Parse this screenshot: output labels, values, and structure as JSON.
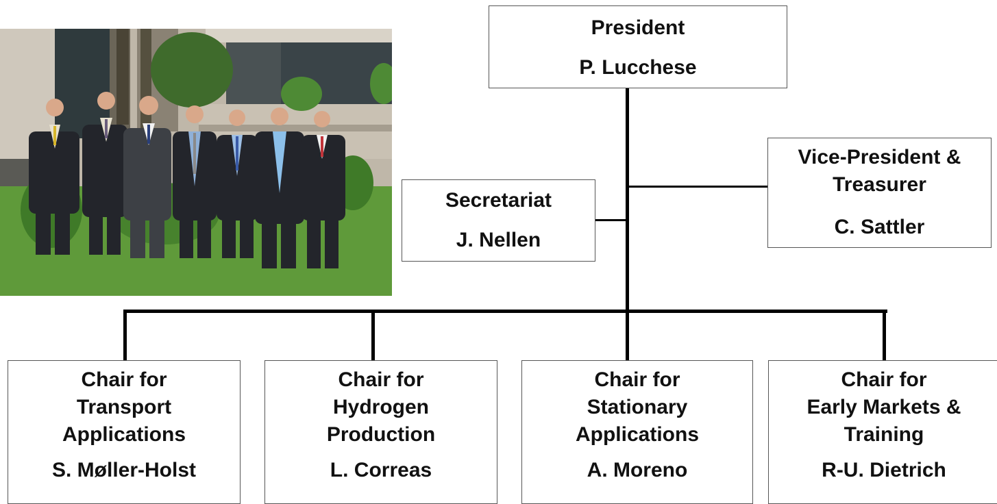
{
  "org_chart": {
    "president": {
      "role": "President",
      "name": "P. Lucchese"
    },
    "vice_president": {
      "role_line1": "Vice-President &",
      "role_line2": "Treasurer",
      "name": "C. Sattler"
    },
    "secretariat": {
      "role": "Secretariat",
      "name": "J. Nellen"
    },
    "chairs": [
      {
        "line1": "Chair for",
        "line2": "Transport",
        "line3": "Applications",
        "name": "S. Møller-Holst"
      },
      {
        "line1": "Chair for",
        "line2": "Hydrogen",
        "line3": "Production",
        "name": "L. Correas"
      },
      {
        "line1": "Chair for",
        "line2": "Stationary",
        "line3": "Applications",
        "name": "A. Moreno"
      },
      {
        "line1": "Chair for",
        "line2": "Early Markets &",
        "line3": "Training",
        "name": "R-U. Dietrich"
      }
    ]
  },
  "photo": {
    "colors": {
      "wall": "#b9b1a4",
      "window": "#3a4448",
      "grass": "#5f9a3a",
      "hedge": "#3f7a28",
      "suit": "#23252b"
    }
  }
}
